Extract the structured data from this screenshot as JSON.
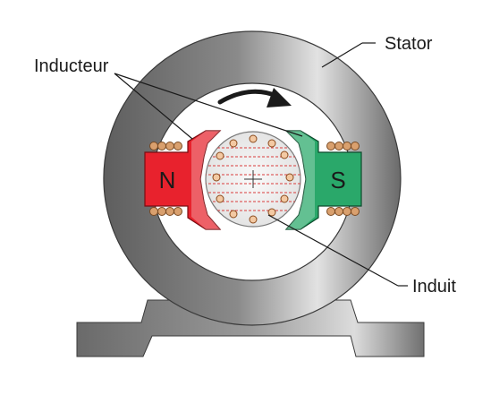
{
  "labels": {
    "stator": "Stator",
    "inducteur": "Inducteur",
    "induit": "Induit"
  },
  "poles": {
    "north": "N",
    "south": "S"
  },
  "colors": {
    "stator_dark": "#5a5a5a",
    "stator_light": "#d9d9d9",
    "north_pole": "#e8222d",
    "south_pole": "#2aa86a",
    "coil_copper": "#c8854b",
    "rotor_fill": "#f2f2f2",
    "rotor_lines": "#d93c3c"
  },
  "rotation_arrow": "clockwise-arrow"
}
